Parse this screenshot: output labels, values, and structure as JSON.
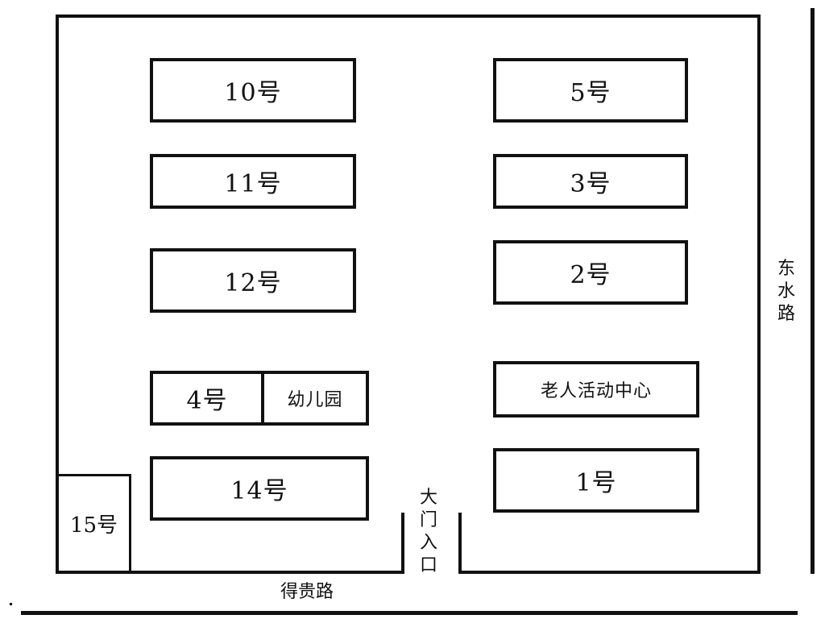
{
  "buildings": {
    "b10": "10号",
    "b11": "11号",
    "b12": "12号",
    "b4": "4号",
    "kindergarten": "幼儿园",
    "b14": "14号",
    "b15": "15号",
    "b5": "5号",
    "b3": "3号",
    "b2": "2号",
    "senior_center": "老人活动中心",
    "b1": "1号"
  },
  "labels": {
    "east_road": "东水路",
    "south_road": "得贵路",
    "main_gate": "大门入口"
  }
}
